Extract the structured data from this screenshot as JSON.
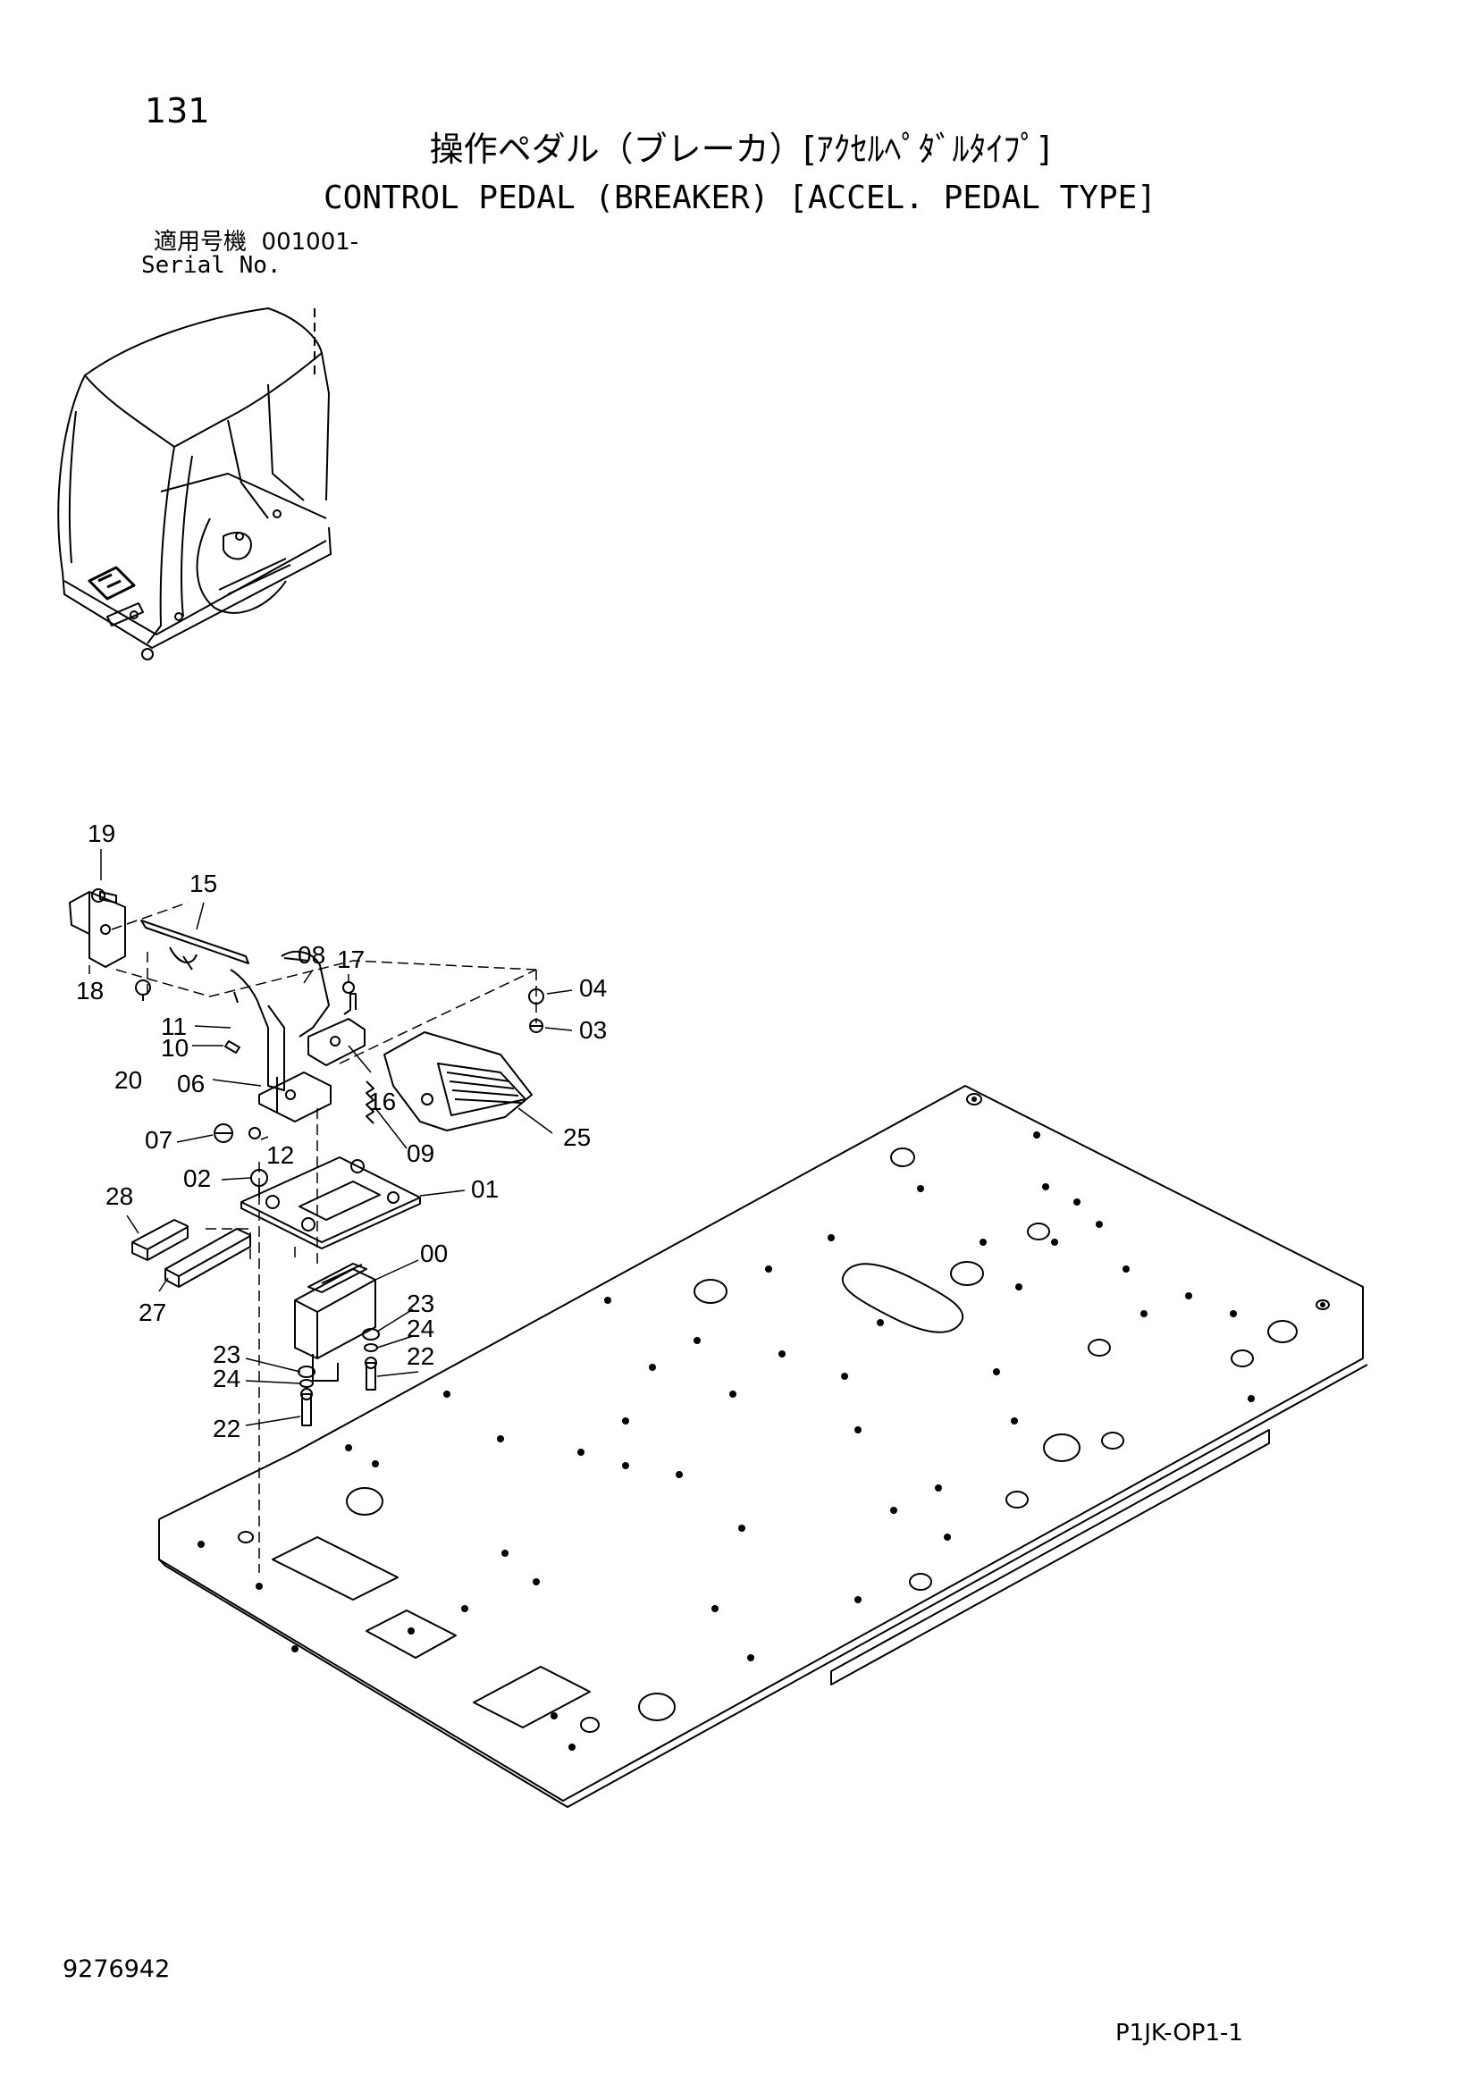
{
  "header": {
    "page_number": "131",
    "title_jp": "操作ペダル（ブレーカ）[ｱｸｾﾙﾍﾟﾀﾞﾙﾀｲﾌﾟ]",
    "title_en": "CONTROL PEDAL (BREAKER) [ACCEL. PEDAL TYPE]",
    "serial_label_jp": "適用号機",
    "serial_value": "001001-",
    "serial_label_en": "Serial No."
  },
  "footer": {
    "document_number": "9276942",
    "figure_code": "P1JK-OP1-1"
  },
  "callouts": [
    "19",
    "15",
    "18",
    "08",
    "17",
    "04",
    "03",
    "11",
    "10",
    "20",
    "06",
    "16",
    "25",
    "07",
    "12",
    "09",
    "02",
    "01",
    "28",
    "27",
    "00",
    "23",
    "24",
    "22",
    "23",
    "24",
    "22"
  ],
  "colors": {
    "line": "#000000",
    "background": "#ffffff"
  }
}
